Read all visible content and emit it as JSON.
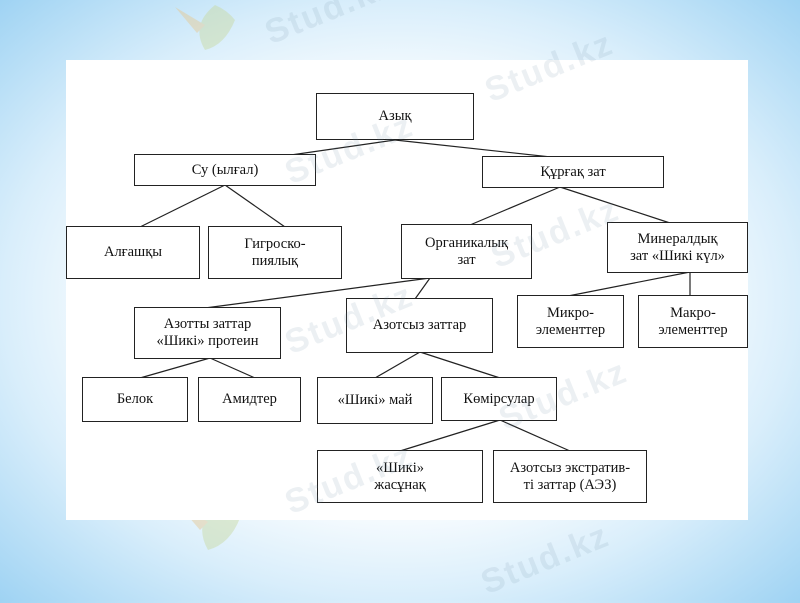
{
  "watermark_text": "Stud.kz",
  "nodes": {
    "root": "Азық",
    "water": "Су (ылғал)",
    "dry": "Құрғақ зат",
    "primary": "Алғашқы",
    "hygro_l1": "Гигроско-",
    "hygro_l2": "пиялық",
    "organic_l1": "Органикалық",
    "organic_l2": "зат",
    "mineral_l1": "Минералдық",
    "mineral_l2": "зат «Шикі күл»",
    "nitrogen_l1": "Азотты заттар",
    "nitrogen_l2": "«Шикі» протеин",
    "nonnitrogen": "Азотсыз заттар",
    "micro_l1": "Микро-",
    "micro_l2": "элементтер",
    "macro_l1": "Макро-",
    "macro_l2": "элементтер",
    "protein": "Белок",
    "amides": "Амидтер",
    "fat": "«Шикі» май",
    "carbs": "Көмірсулар",
    "fiber_l1": "«Шикі»",
    "fiber_l2": "жасұнақ",
    "nfe_l1": "Азотсыз экстратив-",
    "nfe_l2": "ті заттар (АЭЗ)"
  }
}
